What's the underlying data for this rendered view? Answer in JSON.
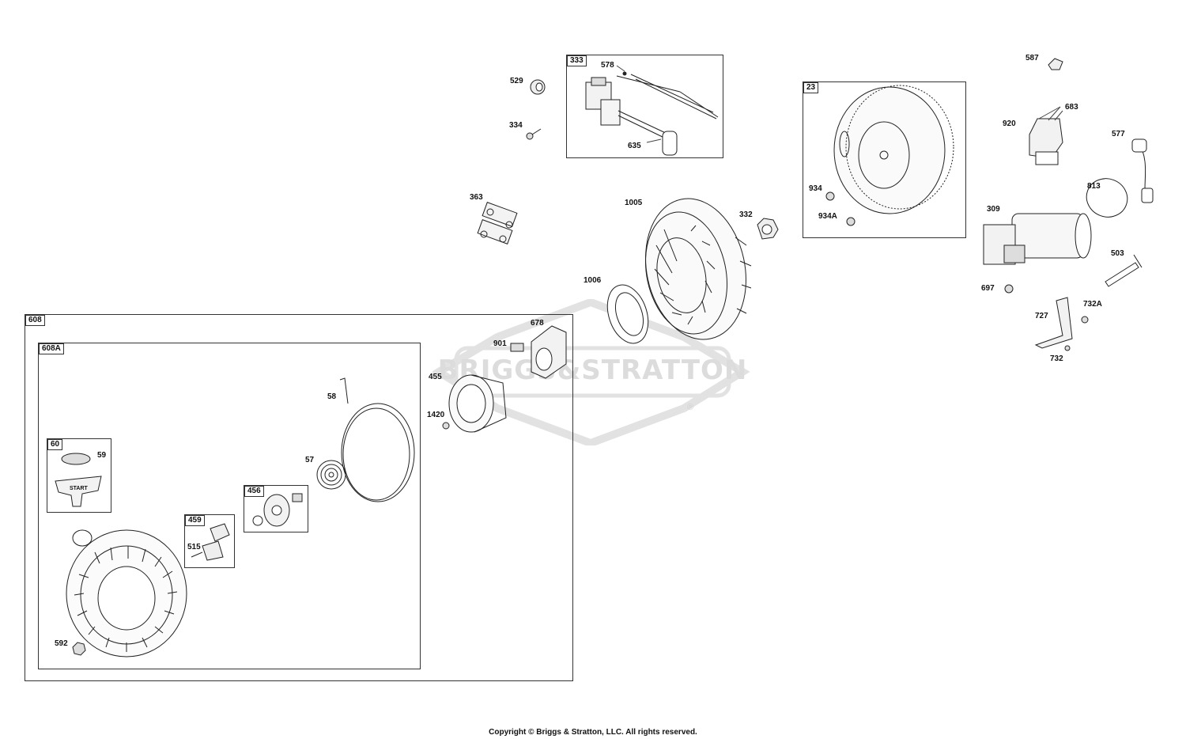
{
  "labels": {
    "p333": "333",
    "p578": "578",
    "p635": "635",
    "p529": "529",
    "p334": "334",
    "p363": "363",
    "p1005": "1005",
    "p332": "332",
    "p23": "23",
    "p934": "934",
    "p934A": "934A",
    "p587": "587",
    "p683": "683",
    "p920": "920",
    "p577": "577",
    "p813": "813",
    "p309": "309",
    "p503": "503",
    "p697": "697",
    "p727": "727",
    "p732A": "732A",
    "p732": "732",
    "p1006": "1006",
    "p608": "608",
    "p608A": "608A",
    "p678": "678",
    "p901": "901",
    "p455": "455",
    "p1420": "1420",
    "p58": "58",
    "p57": "57",
    "p60": "60",
    "p59": "59",
    "p456": "456",
    "p459": "459",
    "p515": "515",
    "p592": "592"
  },
  "handle_text": "START",
  "watermark": "BRIGGS&STRATTON",
  "copyright": "Copyright © Briggs & Stratton, LLC. All rights reserved."
}
